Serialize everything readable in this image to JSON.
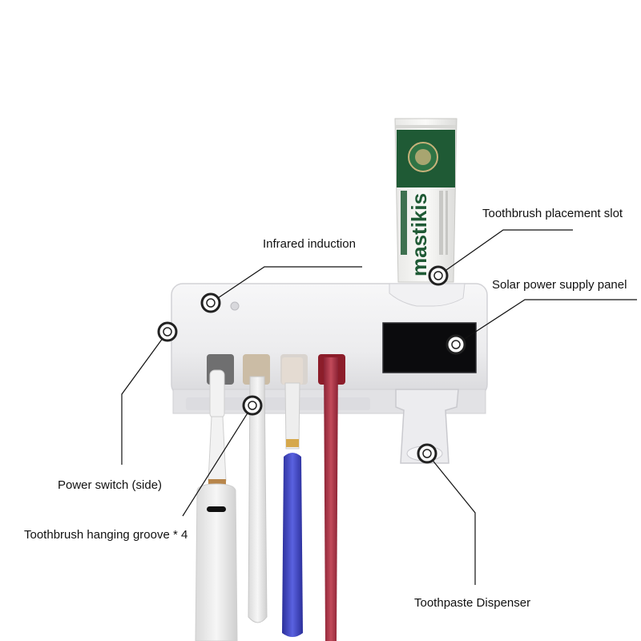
{
  "labels": {
    "infrared_induction": "Infrared induction",
    "toothbrush_placement_slot": "Toothbrush placement slot",
    "solar_power_supply_panel": "Solar power supply panel",
    "power_switch_side": "Power switch (side)",
    "toothbrush_hanging_groove": "Toothbrush hanging groove * 4",
    "toothpaste_dispenser": "Toothpaste Dispenser"
  },
  "toothpaste_tube": {
    "brand": "mastikis"
  },
  "colors": {
    "device_body": "#eeeeef",
    "solar_panel": "#0b0b0d",
    "tube_green": "#1f5a35",
    "leader_line": "#111111",
    "marker_ring": "#222222",
    "slot_gray": "#6f6f70",
    "slot_beige": "#cbbca5",
    "slot_red": "#8c1d2a",
    "brush_blue": "#3a3fb8",
    "brush_red": "#a23040"
  }
}
